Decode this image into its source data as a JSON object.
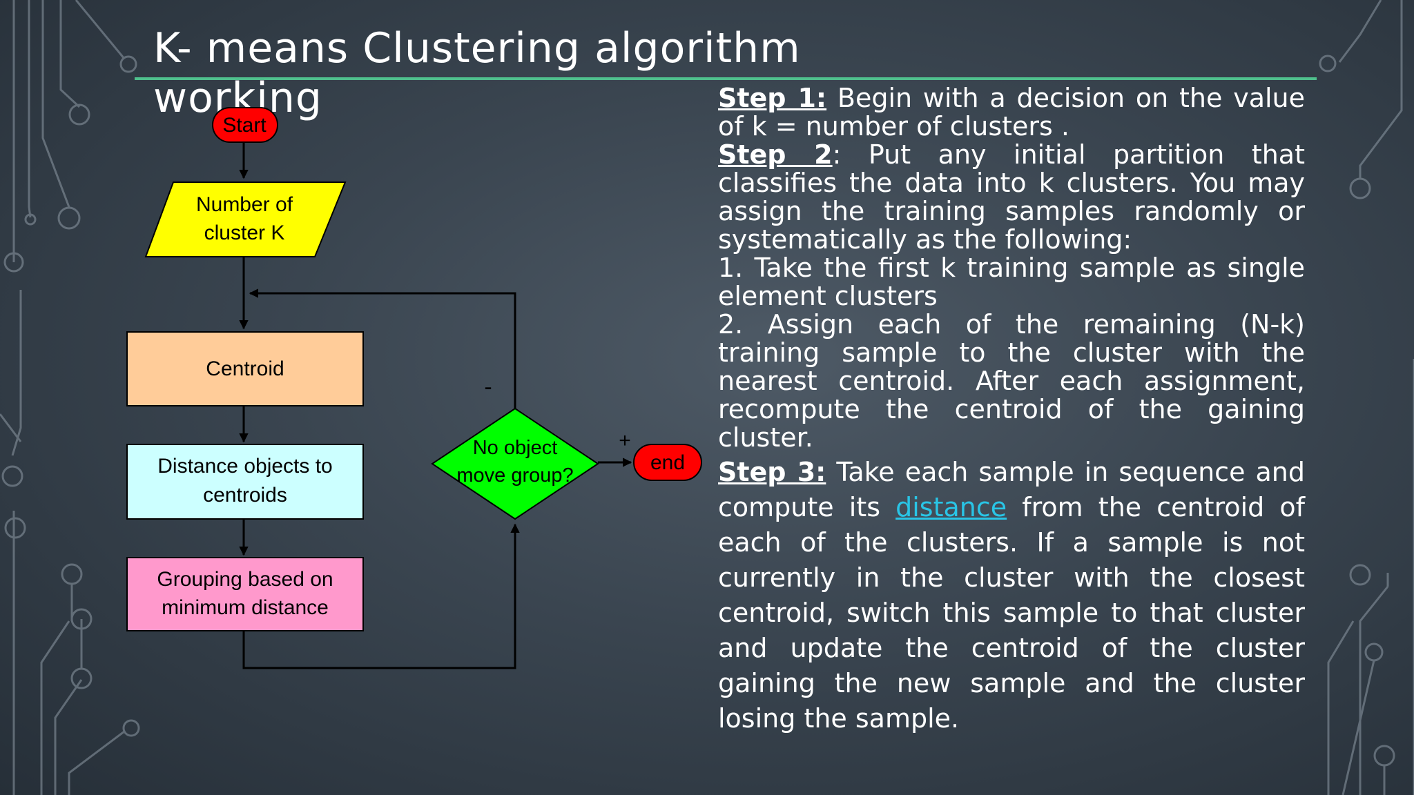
{
  "title": {
    "line1": "K- means Clustering algorithm",
    "line2": "working"
  },
  "flowchart": {
    "start": "Start",
    "input_line1": "Number of",
    "input_line2": "cluster K",
    "centroid": "Centroid",
    "distance_line1": "Distance objects to",
    "distance_line2": "centroids",
    "grouping_line1": "Grouping based on",
    "grouping_line2": "minimum distance",
    "decision_line1": "No object",
    "decision_line2": "move group?",
    "end": "end",
    "minus_label": "-",
    "plus_label": "+"
  },
  "steps": {
    "step1_label": "Step 1:",
    "step1_text": " Begin with a decision on the value of k = number of clusters .",
    "step2_label": "Step 2",
    "step2_text": ": Put any initial partition that classifies the data into k clusters. You may assign the training samples randomly or systematically as the following:",
    "item1": "1. Take the first k training sample as single element clusters",
    "item2": "2. Assign each of the remaining (N-k) training sample to the cluster with the nearest centroid. After each assignment, recompute the centroid of the gaining cluster.",
    "step3_label": "Step 3:",
    "step3_text_a": " Take each sample in sequence and compute its ",
    "step3_link": "distance",
    "step3_text_b": " from the centroid of each of the clusters. If a sample is not currently in the cluster with the closest centroid, switch this sample to that cluster and update the centroid of the cluster gaining the new sample and the cluster losing the sample."
  },
  "colors": {
    "title_rule": "#4fc08d",
    "start_end": "#ff0000",
    "input": "#ffff00",
    "centroid": "#ffcc99",
    "distance": "#ccffff",
    "grouping": "#ff99cc",
    "decision": "#00ff00",
    "link": "#29c5e6"
  }
}
